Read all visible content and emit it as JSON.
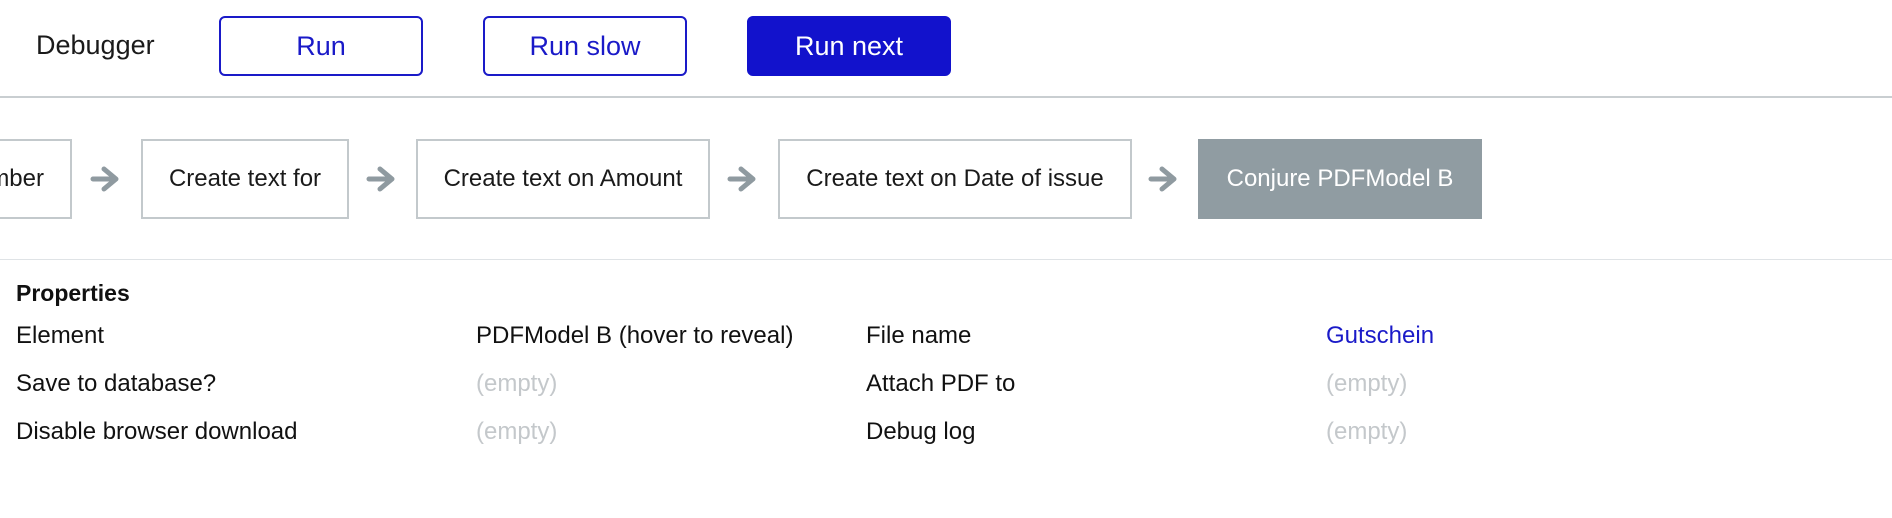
{
  "toolbar": {
    "title": "Debugger",
    "run_label": "Run",
    "run_slow_label": "Run slow",
    "run_next_label": "Run next"
  },
  "flow": {
    "steps": [
      {
        "label": "mber"
      },
      {
        "label": "Create text for"
      },
      {
        "label": "Create text on Amount"
      },
      {
        "label": "Create text on Date of issue"
      },
      {
        "label": "Conjure PDFModel B"
      }
    ],
    "active_index": 4,
    "colors": {
      "border": "#c3c9cc",
      "active_bg": "#909ca2",
      "arrow": "#8f9aa0"
    }
  },
  "properties": {
    "title": "Properties",
    "rows": [
      {
        "label_a": "Element",
        "value_a": "PDFModel B (hover to reveal)",
        "label_b": "File name",
        "value_b": "Gutschein"
      },
      {
        "label_a": "Save to database?",
        "value_a": "(empty)",
        "label_b": "Attach PDF to",
        "value_b": "(empty)"
      },
      {
        "label_a": "Disable browser download",
        "value_a": "(empty)",
        "label_b": "Debug log",
        "value_b": "(empty)"
      }
    ]
  },
  "colors": {
    "accent": "#1212cc",
    "text": "#1a1a1a",
    "muted": "#c4c8cb"
  }
}
